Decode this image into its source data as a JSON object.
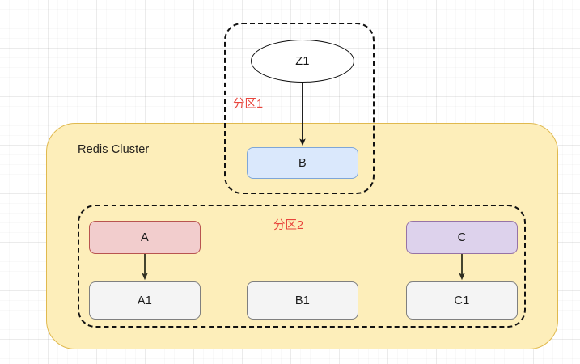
{
  "diagram": {
    "title_label": "Redis Cluster",
    "zones": [
      {
        "id": "zone-1",
        "tag": "分区1",
        "tag_color": "#e8453c"
      },
      {
        "id": "zone-2",
        "tag": "分区2",
        "tag_color": "#e8453c"
      }
    ],
    "nodes": [
      {
        "id": "z1",
        "label": "Z1",
        "shape": "ellipse",
        "fill": "#ffffff",
        "stroke": "#0e0e0e"
      },
      {
        "id": "b",
        "label": "B",
        "shape": "rounded-rect",
        "fill": "#dae8fc",
        "stroke": "#7ea6d8"
      },
      {
        "id": "a",
        "label": "A",
        "shape": "rounded-rect",
        "fill": "#f2cdcd",
        "stroke": "#b85450"
      },
      {
        "id": "c",
        "label": "C",
        "shape": "rounded-rect",
        "fill": "#ddd2ec",
        "stroke": "#9673a6"
      },
      {
        "id": "a1",
        "label": "A1",
        "shape": "rounded-rect",
        "fill": "#f4f4f4",
        "stroke": "#7f7f7f"
      },
      {
        "id": "b1",
        "label": "B1",
        "shape": "rounded-rect",
        "fill": "#f4f4f4",
        "stroke": "#7f7f7f"
      },
      {
        "id": "c1",
        "label": "C1",
        "shape": "rounded-rect",
        "fill": "#f4f4f4",
        "stroke": "#7f7f7f"
      }
    ],
    "edges": [
      {
        "from": "z1",
        "to": "b",
        "style": "solid-arrow"
      },
      {
        "from": "a",
        "to": "a1",
        "style": "solid-arrow"
      },
      {
        "from": "c",
        "to": "c1",
        "style": "solid-arrow"
      }
    ],
    "container": {
      "fill": "#fdeeba",
      "stroke": "#e0b94e"
    },
    "canvas": {
      "background": "#ffffff",
      "grid": "on"
    }
  }
}
